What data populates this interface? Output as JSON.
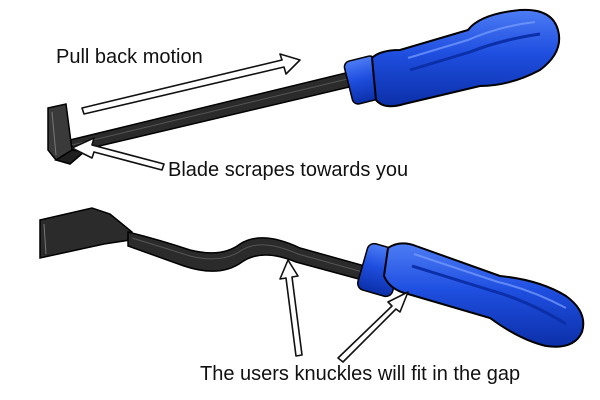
{
  "annotations": {
    "pull_back_motion": "Pull back motion",
    "blade_scrapes": "Blade scrapes towards you",
    "knuckles_gap": "The users knuckles will fit in the gap"
  },
  "colors": {
    "handle": "#1f4fe0",
    "handle_dark": "#0b2fa8",
    "handle_light": "#4d7cf5",
    "shaft": "#2b2b2b",
    "shaft_edge": "#000000",
    "arrow_fill": "#ffffff",
    "arrow_stroke": "#111111"
  }
}
